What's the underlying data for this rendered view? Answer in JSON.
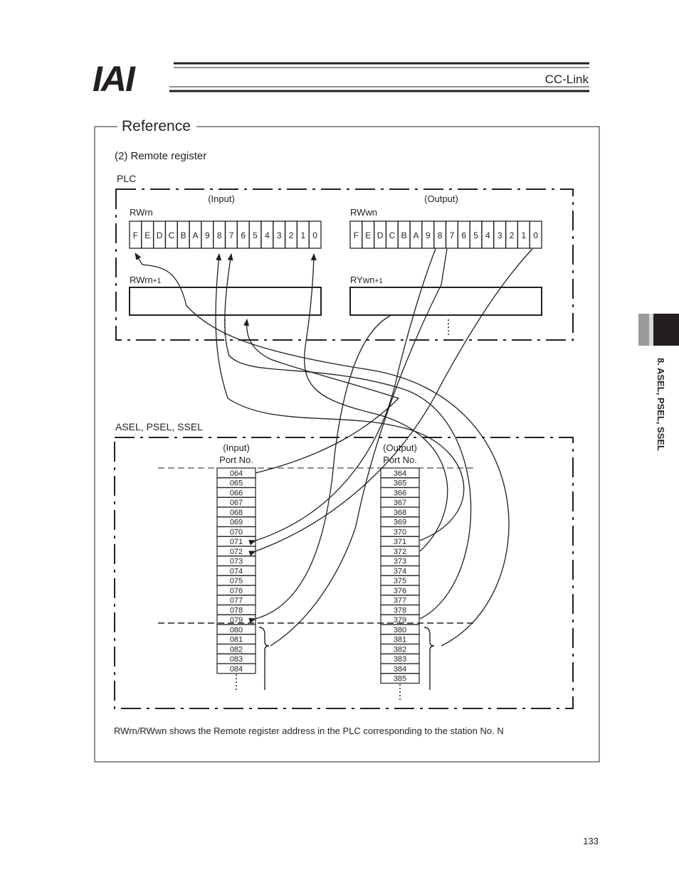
{
  "header": {
    "logo": "IAI",
    "section": "CC-Link"
  },
  "reference": {
    "title": "Reference",
    "subtitle": "(2) Remote register",
    "plc_label": "PLC",
    "plc_input_label": "(Input)",
    "plc_output_label": "(Output)",
    "rwrn_label": "RWrn",
    "rwwn_label": "RWwn",
    "rwrn1_label": "RWrn",
    "rwrn1_sub": "+1",
    "rywn1_label": "RYwn",
    "rywn1_sub": "+1",
    "bits": [
      "F",
      "E",
      "D",
      "C",
      "B",
      "A",
      "9",
      "8",
      "7",
      "6",
      "5",
      "4",
      "3",
      "2",
      "1",
      "0"
    ],
    "controller_label": "ASEL, PSEL, SSEL",
    "input_port_header": [
      "(Input)",
      "Port No."
    ],
    "output_port_header": [
      "(Output)",
      "Port No."
    ],
    "input_ports": [
      "064",
      "065",
      "066",
      "067",
      "068",
      "069",
      "070",
      "071",
      "072",
      "073",
      "074",
      "075",
      "076",
      "077",
      "078",
      "079",
      "080",
      "081",
      "082",
      "083",
      "084"
    ],
    "output_ports": [
      "364",
      "365",
      "366",
      "367",
      "368",
      "369",
      "370",
      "371",
      "372",
      "373",
      "374",
      "375",
      "376",
      "377",
      "378",
      "379",
      "380",
      "381",
      "382",
      "383",
      "384",
      "385"
    ],
    "footnote": "RWrn/RWwn shows the Remote register address in the PLC corresponding to the station No. N"
  },
  "side_tab": {
    "text": "8. ASEL, PSEL, SSEL"
  },
  "page_number": "133"
}
